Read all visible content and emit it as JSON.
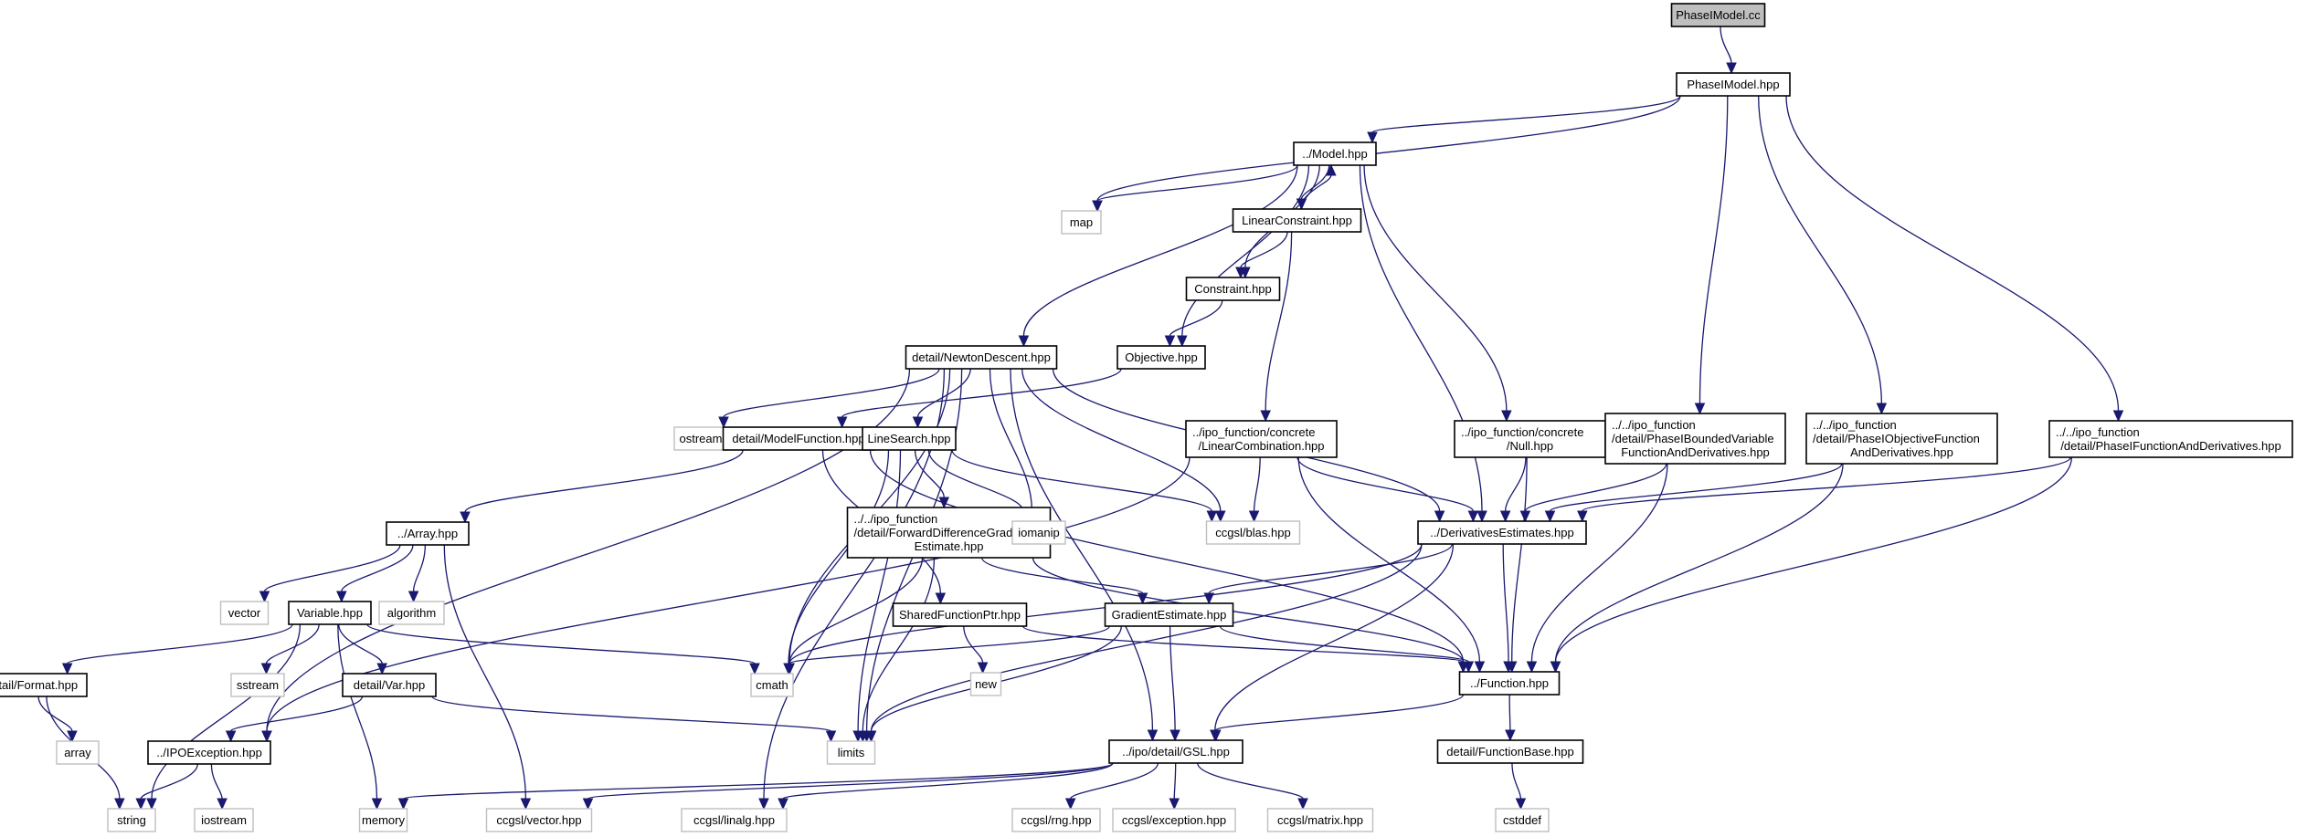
{
  "title": "PhaseIModel.cc include dependency graph",
  "colors": {
    "edge": "#191970",
    "root_fill": "#bfbfbf",
    "ext_border": "#bfbfbf",
    "node_border": "#000000"
  },
  "nodes": [
    {
      "id": "root",
      "lines": [
        "PhaseIModel.cc"
      ],
      "kind": "root"
    },
    {
      "id": "phm",
      "lines": [
        "PhaseIModel.hpp"
      ],
      "kind": "file"
    },
    {
      "id": "model",
      "lines": [
        "../Model.hpp"
      ],
      "kind": "file"
    },
    {
      "id": "map",
      "lines": [
        "map"
      ],
      "kind": "ext"
    },
    {
      "id": "lincon",
      "lines": [
        "LinearConstraint.hpp"
      ],
      "kind": "file"
    },
    {
      "id": "constraint",
      "lines": [
        "Constraint.hpp"
      ],
      "kind": "file"
    },
    {
      "id": "objective",
      "lines": [
        "Objective.hpp"
      ],
      "kind": "file"
    },
    {
      "id": "newton",
      "lines": [
        "detail/NewtonDescent.hpp"
      ],
      "kind": "file"
    },
    {
      "id": "ostream",
      "lines": [
        "ostream"
      ],
      "kind": "ext"
    },
    {
      "id": "modelfn",
      "lines": [
        "detail/ModelFunction.hpp"
      ],
      "kind": "file"
    },
    {
      "id": "linesearch",
      "lines": [
        "LineSearch.hpp"
      ],
      "kind": "file"
    },
    {
      "id": "lincomb",
      "lines": [
        "../ipo_function/concrete",
        "/LinearCombination.hpp"
      ],
      "kind": "file"
    },
    {
      "id": "null",
      "lines": [
        "../ipo_function/concrete",
        "/Null.hpp"
      ],
      "kind": "file"
    },
    {
      "id": "pbv",
      "lines": [
        "../../ipo_function",
        "/detail/PhaseIBoundedVariable",
        "FunctionAndDerivatives.hpp"
      ],
      "kind": "file"
    },
    {
      "id": "pof",
      "lines": [
        "../../ipo_function",
        "/detail/PhaseIObjectiveFunction",
        "AndDerivatives.hpp"
      ],
      "kind": "file"
    },
    {
      "id": "pfd",
      "lines": [
        "../../ipo_function",
        "/detail/PhaseIFunctionAndDerivatives.hpp"
      ],
      "kind": "file"
    },
    {
      "id": "array",
      "lines": [
        "../Array.hpp"
      ],
      "kind": "file"
    },
    {
      "id": "fdge",
      "lines": [
        "../../ipo_function",
        "/detail/ForwardDifferenceGradient",
        "Estimate.hpp"
      ],
      "kind": "file"
    },
    {
      "id": "iomanip",
      "lines": [
        "iomanip"
      ],
      "kind": "ext"
    },
    {
      "id": "blas",
      "lines": [
        "ccgsl/blas.hpp"
      ],
      "kind": "ext"
    },
    {
      "id": "derest",
      "lines": [
        "../DerivativesEstimates.hpp"
      ],
      "kind": "file"
    },
    {
      "id": "vector",
      "lines": [
        "vector"
      ],
      "kind": "ext"
    },
    {
      "id": "variable",
      "lines": [
        "Variable.hpp"
      ],
      "kind": "file"
    },
    {
      "id": "algorithm",
      "lines": [
        "algorithm"
      ],
      "kind": "ext"
    },
    {
      "id": "sfp",
      "lines": [
        "SharedFunctionPtr.hpp"
      ],
      "kind": "file"
    },
    {
      "id": "gradest",
      "lines": [
        "GradientEstimate.hpp"
      ],
      "kind": "file"
    },
    {
      "id": "format",
      "lines": [
        "detail/Format.hpp"
      ],
      "kind": "file"
    },
    {
      "id": "sstream",
      "lines": [
        "sstream"
      ],
      "kind": "ext"
    },
    {
      "id": "var",
      "lines": [
        "detail/Var.hpp"
      ],
      "kind": "file"
    },
    {
      "id": "cmath",
      "lines": [
        "cmath"
      ],
      "kind": "ext"
    },
    {
      "id": "new",
      "lines": [
        "new"
      ],
      "kind": "ext"
    },
    {
      "id": "function",
      "lines": [
        "../Function.hpp"
      ],
      "kind": "file"
    },
    {
      "id": "arr",
      "lines": [
        "array"
      ],
      "kind": "ext"
    },
    {
      "id": "ipoexc",
      "lines": [
        "../IPOException.hpp"
      ],
      "kind": "file"
    },
    {
      "id": "limits",
      "lines": [
        "limits"
      ],
      "kind": "ext"
    },
    {
      "id": "gsl",
      "lines": [
        "../ipo/detail/GSL.hpp"
      ],
      "kind": "file"
    },
    {
      "id": "fnbase",
      "lines": [
        "detail/FunctionBase.hpp"
      ],
      "kind": "file"
    },
    {
      "id": "string",
      "lines": [
        "string"
      ],
      "kind": "ext"
    },
    {
      "id": "iostream",
      "lines": [
        "iostream"
      ],
      "kind": "ext"
    },
    {
      "id": "memory",
      "lines": [
        "memory"
      ],
      "kind": "ext"
    },
    {
      "id": "vechpp",
      "lines": [
        "ccgsl/vector.hpp"
      ],
      "kind": "ext"
    },
    {
      "id": "linalg",
      "lines": [
        "ccgsl/linalg.hpp"
      ],
      "kind": "ext"
    },
    {
      "id": "rng",
      "lines": [
        "ccgsl/rng.hpp"
      ],
      "kind": "ext"
    },
    {
      "id": "exception",
      "lines": [
        "ccgsl/exception.hpp"
      ],
      "kind": "ext"
    },
    {
      "id": "matrix",
      "lines": [
        "ccgsl/matrix.hpp"
      ],
      "kind": "ext"
    },
    {
      "id": "cstddef",
      "lines": [
        "cstddef"
      ],
      "kind": "ext"
    }
  ],
  "edges": [
    [
      "root",
      "phm"
    ],
    [
      "phm",
      "model"
    ],
    [
      "phm",
      "map"
    ],
    [
      "phm",
      "pbv"
    ],
    [
      "phm",
      "pof"
    ],
    [
      "phm",
      "pfd"
    ],
    [
      "model",
      "map"
    ],
    [
      "model",
      "lincon"
    ],
    [
      "model",
      "constraint"
    ],
    [
      "model",
      "objective"
    ],
    [
      "model",
      "newton"
    ],
    [
      "model",
      "null"
    ],
    [
      "model",
      "derest"
    ],
    [
      "lincon",
      "model"
    ],
    [
      "lincon",
      "constraint"
    ],
    [
      "lincon",
      "lincomb"
    ],
    [
      "constraint",
      "objective"
    ],
    [
      "objective",
      "modelfn"
    ],
    [
      "newton",
      "ostream"
    ],
    [
      "newton",
      "linesearch"
    ],
    [
      "newton",
      "iomanip"
    ],
    [
      "newton",
      "blas"
    ],
    [
      "newton",
      "derest"
    ],
    [
      "newton",
      "cmath"
    ],
    [
      "newton",
      "limits"
    ],
    [
      "newton",
      "ipoexc"
    ],
    [
      "newton",
      "linalg"
    ],
    [
      "newton",
      "gsl"
    ],
    [
      "modelfn",
      "array"
    ],
    [
      "modelfn",
      "sfp"
    ],
    [
      "modelfn",
      "function"
    ],
    [
      "linesearch",
      "fdge"
    ],
    [
      "linesearch",
      "iomanip"
    ],
    [
      "linesearch",
      "blas"
    ],
    [
      "linesearch",
      "cmath"
    ],
    [
      "linesearch",
      "limits"
    ],
    [
      "lincomb",
      "blas"
    ],
    [
      "lincomb",
      "derest"
    ],
    [
      "lincomb",
      "function"
    ],
    [
      "lincomb",
      "ipoexc"
    ],
    [
      "null",
      "derest"
    ],
    [
      "null",
      "function"
    ],
    [
      "pbv",
      "derest"
    ],
    [
      "pbv",
      "function"
    ],
    [
      "pof",
      "derest"
    ],
    [
      "pof",
      "function"
    ],
    [
      "pfd",
      "derest"
    ],
    [
      "pfd",
      "function"
    ],
    [
      "array",
      "vector"
    ],
    [
      "array",
      "variable"
    ],
    [
      "array",
      "algorithm"
    ],
    [
      "array",
      "vechpp"
    ],
    [
      "fdge",
      "gradest"
    ],
    [
      "fdge",
      "cmath"
    ],
    [
      "fdge",
      "limits"
    ],
    [
      "fdge",
      "function"
    ],
    [
      "derest",
      "gradest"
    ],
    [
      "derest",
      "cmath"
    ],
    [
      "derest",
      "limits"
    ],
    [
      "derest",
      "gsl"
    ],
    [
      "derest",
      "function"
    ],
    [
      "variable",
      "format"
    ],
    [
      "variable",
      "sstream"
    ],
    [
      "variable",
      "var"
    ],
    [
      "variable",
      "cmath"
    ],
    [
      "variable",
      "string"
    ],
    [
      "variable",
      "memory"
    ],
    [
      "sfp",
      "new"
    ],
    [
      "sfp",
      "function"
    ],
    [
      "gradest",
      "cmath"
    ],
    [
      "gradest",
      "limits"
    ],
    [
      "gradest",
      "gsl"
    ],
    [
      "gradest",
      "function"
    ],
    [
      "format",
      "arr"
    ],
    [
      "format",
      "string"
    ],
    [
      "var",
      "ipoexc"
    ],
    [
      "var",
      "limits"
    ],
    [
      "function",
      "gsl"
    ],
    [
      "function",
      "fnbase"
    ],
    [
      "ipoexc",
      "string"
    ],
    [
      "ipoexc",
      "iostream"
    ],
    [
      "gsl",
      "memory"
    ],
    [
      "gsl",
      "vechpp"
    ],
    [
      "gsl",
      "linalg"
    ],
    [
      "gsl",
      "rng"
    ],
    [
      "gsl",
      "exception"
    ],
    [
      "gsl",
      "matrix"
    ],
    [
      "fnbase",
      "cstddef"
    ]
  ]
}
